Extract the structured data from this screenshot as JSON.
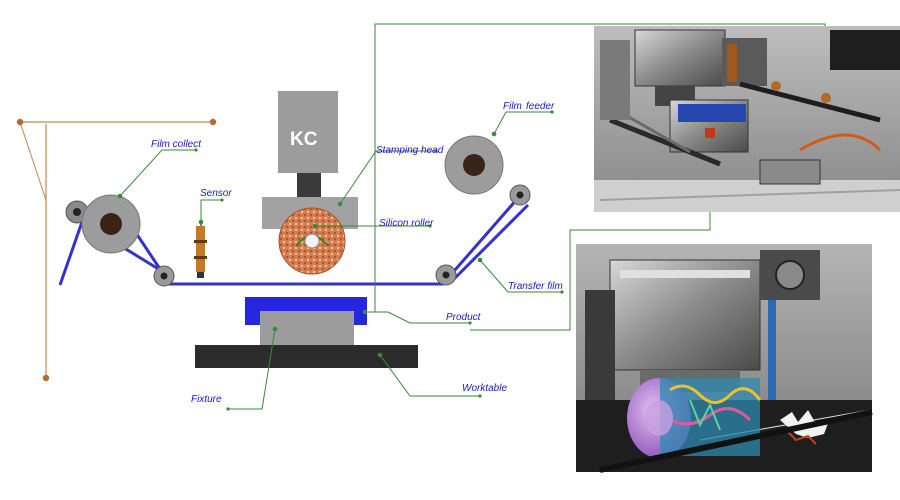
{
  "head_brand": "KC",
  "labels": {
    "film_collect": "Film collect",
    "sensor": "Sensor",
    "stamping_head": "Stamping head",
    "silicon_roller": "Silicon roller",
    "film": "Film",
    "feeder": "feeder",
    "transfer_film": "Transfer film",
    "product": "Product",
    "fixture": "Fixture",
    "worktable": "Worktable"
  },
  "colors": {
    "label_text": "#1a1ad6",
    "leader_line": "#3a8a3a",
    "film_path": "#3333cc",
    "product": "#2626e0",
    "machine_gray": "#9c9c9c",
    "dark_base": "#2b2b2b",
    "roller_orange": "#d07a4a",
    "frame_brown": "#c08850"
  },
  "icons": [
    "roller-icon",
    "sensor-icon",
    "stamping-head-icon",
    "machine-photo-icon"
  ]
}
